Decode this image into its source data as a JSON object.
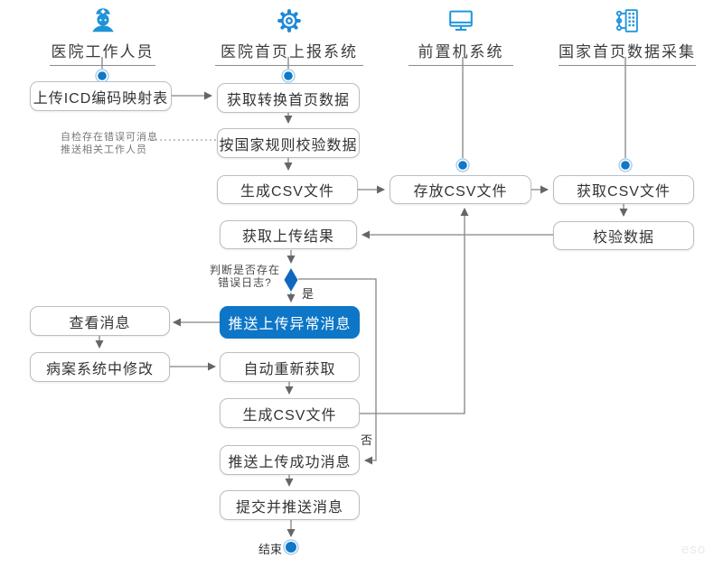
{
  "diagram": {
    "lanes": [
      {
        "label": "医院工作人员",
        "icon": "nurse-icon"
      },
      {
        "label": "医院首页上报系统",
        "icon": "gear-icon"
      },
      {
        "label": "前置机系统",
        "icon": "monitor-icon"
      },
      {
        "label": "国家首页数据采集",
        "icon": "data-collection-icon"
      }
    ],
    "nodes": {
      "upload_icd": "上传ICD编码映射表",
      "fetch_convert": "获取转换首页数据",
      "validate_rules": "按国家规则校验数据",
      "generate_csv_1": "生成CSV文件",
      "store_csv": "存放CSV文件",
      "fetch_csv": "获取CSV文件",
      "validate_data": "校验数据",
      "fetch_upload_result": "获取上传结果",
      "push_error_message": "推送上传异常消息",
      "view_message": "查看消息",
      "modify_in_mrs": "病案系统中修改",
      "auto_refetch": "自动重新获取",
      "generate_csv_2": "生成CSV文件",
      "push_success_message": "推送上传成功消息",
      "submit_and_push": "提交并推送消息"
    },
    "labels": {
      "decision_line1": "判断是否存在",
      "decision_line2": "错误日志?",
      "yes": "是",
      "no": "否",
      "end": "结束",
      "annotation_line1": "自检存在错误可消息",
      "annotation_line2": "推送相关工作人员"
    },
    "colors": {
      "accent_blue": "#0d76c7",
      "icon_blue": "#1f93d8",
      "node_border": "#b9bfc6",
      "line_gray": "#8a8a8a"
    },
    "watermark": "eso"
  }
}
